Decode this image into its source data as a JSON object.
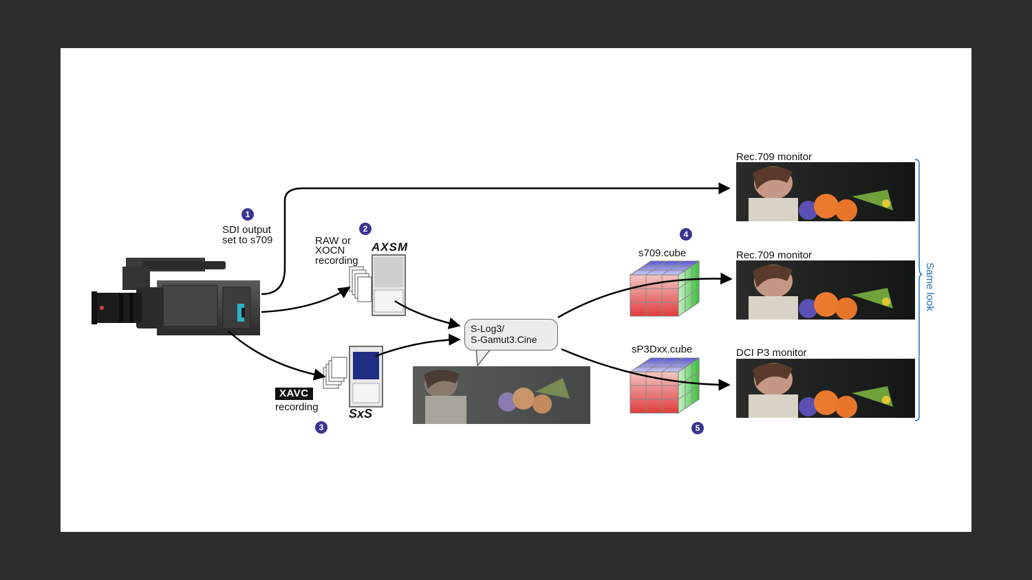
{
  "steps": {
    "s1": {
      "number": "1",
      "text_line1": "SDI output",
      "text_line2": "set to s709"
    },
    "s2": {
      "number": "2",
      "text_line1": "RAW or",
      "text_line2": "XOCN",
      "text_line3": "recording",
      "media_logo": "AXSM"
    },
    "s3": {
      "number": "3",
      "badge": "XAVC",
      "text": "recording",
      "media_logo": "SxS"
    },
    "s4": {
      "number": "4",
      "lut": "s709.cube"
    },
    "s5": {
      "number": "5",
      "lut": "sP3Dxx.cube"
    }
  },
  "log_bubble": {
    "line1": "S-Log3/",
    "line2": "S-Gamut3.Cine"
  },
  "monitors": [
    {
      "label": "Rec.709 monitor"
    },
    {
      "label": "Rec.709 monitor"
    },
    {
      "label": "DCI P3 monitor"
    }
  ],
  "bracket_label": "Same look",
  "colors": {
    "badge": "#3b3592",
    "bracket": "#1f6fb5",
    "cube_top": "#6b6bd8",
    "cube_front": "#e04a4a",
    "cube_side": "#4fc24f"
  },
  "icons": [
    "camera-icon",
    "axsm-card-icon",
    "sxs-card-icon",
    "lut-cube-icon",
    "monitor-image"
  ]
}
